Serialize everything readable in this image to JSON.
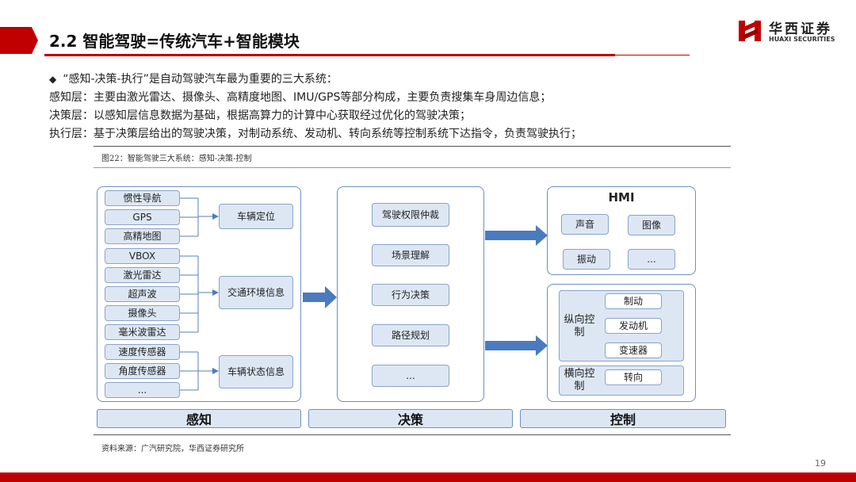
{
  "header": {
    "title": "2.2 智能驾驶=传统汽车+智能模块",
    "logo_cn": "华西证券",
    "logo_en": "HUAXI SECURITIES"
  },
  "intro": {
    "bullet": "“感知-决策-执行”是自动驾驶汽车最为重要的三大系统：",
    "lines": [
      "感知层：主要由激光雷达、摄像头、高精度地图、IMU/GPS等部分构成，主要负责搜集车身周边信息；",
      "决策层：以感知层信息数据为基础，根据高算力的计算中心获取经过优化的驾驶决策；",
      "执行层：基于决策层给出的驾驶决策，对制动系统、发动机、转向系统等控制系统下达指令，负责驾驶执行；"
    ]
  },
  "figure": {
    "caption": "图22：智能驾驶三大系统：感知-决策-控制",
    "source": "资料来源：广汽研究院，华西证券研究所"
  },
  "diagram": {
    "perception": {
      "inputs": [
        "惯性导航",
        "GPS",
        "高精地图",
        "VBOX",
        "激光雷达",
        "超声波",
        "摄像头",
        "毫米波雷达",
        "速度传感器",
        "角度传感器",
        "..."
      ],
      "groups": [
        "车辆定位",
        "交通环境信息",
        "车辆状态信息"
      ],
      "label": "感知"
    },
    "decision": {
      "items": [
        "驾驶权限仲裁",
        "场景理解",
        "行为决策",
        "路径规划",
        "..."
      ],
      "label": "决策"
    },
    "control": {
      "hmi_title": "HMI",
      "hmi_items": [
        "声音",
        "图像",
        "振动",
        "..."
      ],
      "longitudinal": "纵向控制",
      "longitudinal_items": [
        "制动",
        "发动机",
        "变速器"
      ],
      "lateral": "横向控制",
      "lateral_items": [
        "转向"
      ],
      "label": "控制"
    }
  },
  "footer": {
    "page": "19"
  },
  "colors": {
    "accent": "#c00000",
    "box_fill": "#dde7f4",
    "box_border": "#6f8fbf",
    "arrow": "#4a7bbf"
  }
}
